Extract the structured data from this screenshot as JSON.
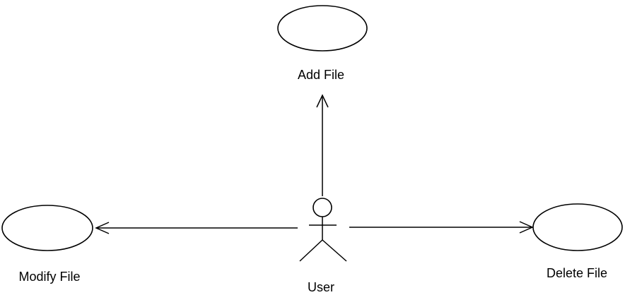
{
  "diagram": {
    "actor": {
      "label": "User"
    },
    "use_cases": {
      "add_file": {
        "label": "Add File"
      },
      "modify_file": {
        "label": "Modify File"
      },
      "delete_file": {
        "label": "Delete File"
      }
    }
  }
}
